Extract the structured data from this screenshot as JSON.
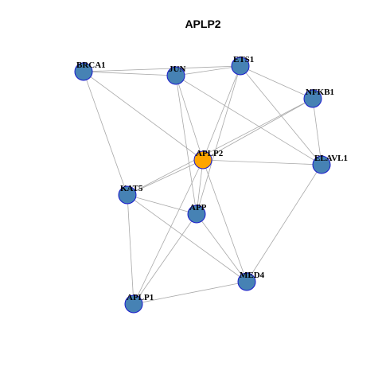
{
  "title": "APLP2",
  "colors": {
    "center_node": "#ffa500",
    "node": "#4682b4",
    "node_border": "#0000cd",
    "edge": "#a9a9a9"
  },
  "nodes": [
    {
      "id": "APLP2",
      "label": "APLP2",
      "center": true
    },
    {
      "id": "BRCA1",
      "label": "BRCA1",
      "center": false
    },
    {
      "id": "JUN",
      "label": "JUN",
      "center": false
    },
    {
      "id": "ETS1",
      "label": "ETS1",
      "center": false
    },
    {
      "id": "NFKB1",
      "label": "NFKB1",
      "center": false
    },
    {
      "id": "ELAVL1",
      "label": "ELAVL1",
      "center": false
    },
    {
      "id": "KAT5",
      "label": "KAT5",
      "center": false
    },
    {
      "id": "APP",
      "label": "APP",
      "center": false
    },
    {
      "id": "MED4",
      "label": "MED4",
      "center": false
    },
    {
      "id": "APLP1",
      "label": "APLP1",
      "center": false
    }
  ],
  "edges": [
    [
      "BRCA1",
      "JUN"
    ],
    [
      "BRCA1",
      "ETS1"
    ],
    [
      "BRCA1",
      "APLP2"
    ],
    [
      "BRCA1",
      "KAT5"
    ],
    [
      "JUN",
      "ETS1"
    ],
    [
      "JUN",
      "APLP2"
    ],
    [
      "JUN",
      "APP"
    ],
    [
      "JUN",
      "ELAVL1"
    ],
    [
      "ETS1",
      "NFKB1"
    ],
    [
      "ETS1",
      "ELAVL1"
    ],
    [
      "ETS1",
      "APLP2"
    ],
    [
      "ETS1",
      "APP"
    ],
    [
      "NFKB1",
      "ELAVL1"
    ],
    [
      "NFKB1",
      "APLP2"
    ],
    [
      "NFKB1",
      "KAT5"
    ],
    [
      "APLP2",
      "ELAVL1"
    ],
    [
      "APLP2",
      "KAT5"
    ],
    [
      "APLP2",
      "APP"
    ],
    [
      "APLP2",
      "MED4"
    ],
    [
      "APLP2",
      "APLP1"
    ],
    [
      "KAT5",
      "APP"
    ],
    [
      "KAT5",
      "MED4"
    ],
    [
      "KAT5",
      "APLP1"
    ],
    [
      "APP",
      "MED4"
    ],
    [
      "APP",
      "APLP1"
    ],
    [
      "ELAVL1",
      "MED4"
    ],
    [
      "MED4",
      "APLP1"
    ]
  ]
}
